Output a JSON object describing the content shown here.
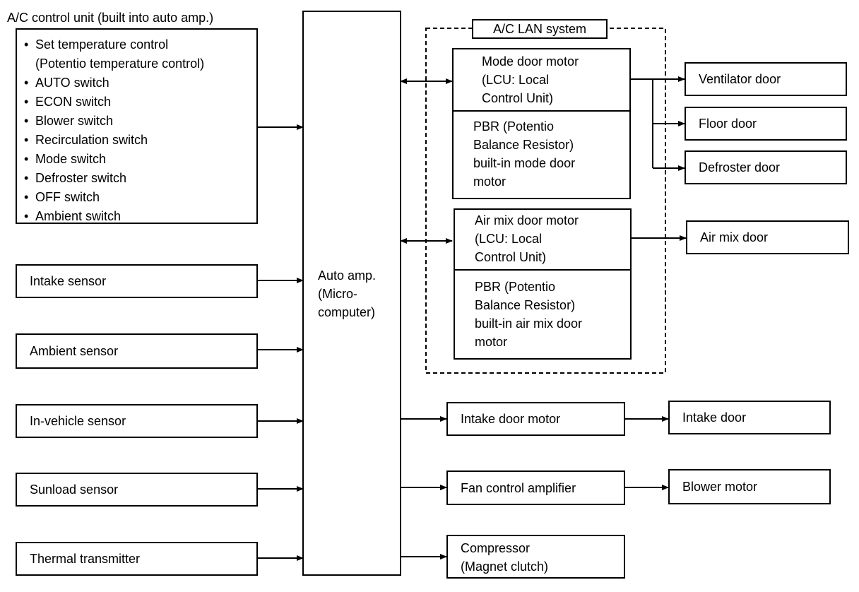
{
  "control_unit": {
    "title": "A/C control unit (built into auto amp.)",
    "items": [
      "Set temperature control",
      "Ambient switch"
    ],
    "items_full": [
      "Set temperature control",
      "(Potentio temperature control)",
      "AUTO switch",
      "ECON switch",
      "Blower switch",
      "Recirculation switch",
      "Mode switch",
      "Defroster switch",
      "OFF switch",
      "Ambient switch"
    ]
  },
  "sensors": {
    "intake": "Intake sensor",
    "ambient": "Ambient sensor",
    "in_vehicle": "In-vehicle sensor",
    "sunload": "Sunload sensor",
    "thermal": "Thermal transmitter"
  },
  "auto_amp": {
    "line1": "Auto amp.",
    "line2": "(Micro-",
    "line3": "computer)"
  },
  "lan": {
    "title": "A/C LAN system",
    "mode_motor": {
      "line1": "Mode door motor",
      "line2": "(LCU: Local",
      "line3": "Control Unit)"
    },
    "mode_pbr": {
      "line1": "PBR (Potentio",
      "line2": "Balance Resistor)",
      "line3": "built-in mode door",
      "line4": "motor"
    },
    "air_motor": {
      "line1": "Air mix door motor",
      "line2": "(LCU: Local",
      "line3": "Control Unit)"
    },
    "air_pbr": {
      "line1": "PBR (Potentio",
      "line2": "Balance Resistor)",
      "line3": "built-in air mix door",
      "line4": "motor"
    }
  },
  "doors": {
    "ventilator": "Ventilator door",
    "floor": "Floor door",
    "defroster": "Defroster door",
    "air_mix": "Air mix door",
    "intake": "Intake door"
  },
  "outputs": {
    "intake_motor": "Intake door motor",
    "fan_amp": "Fan control amplifier",
    "blower": "Blower motor",
    "compressor_line1": "Compressor",
    "compressor_line2": "(Magnet clutch)"
  }
}
